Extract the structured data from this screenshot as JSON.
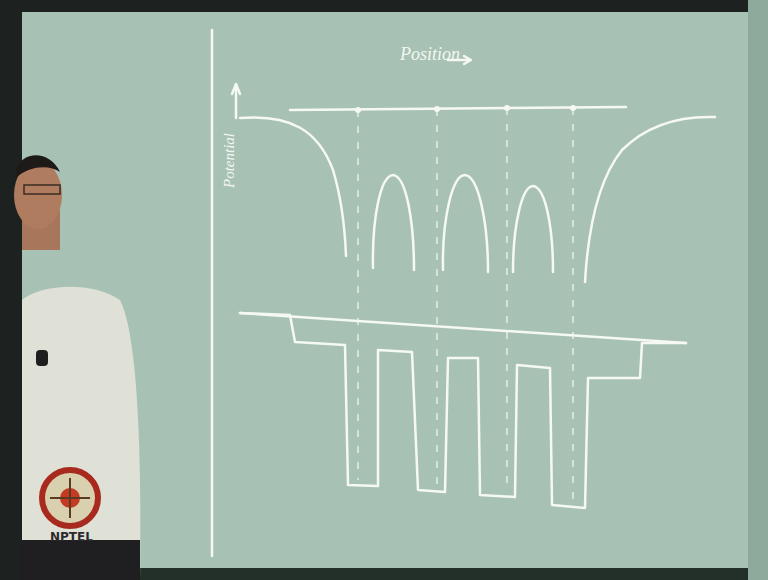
{
  "diagram": {
    "labels": [
      "Position",
      "Potential",
      "NPTEL"
    ]
  }
}
